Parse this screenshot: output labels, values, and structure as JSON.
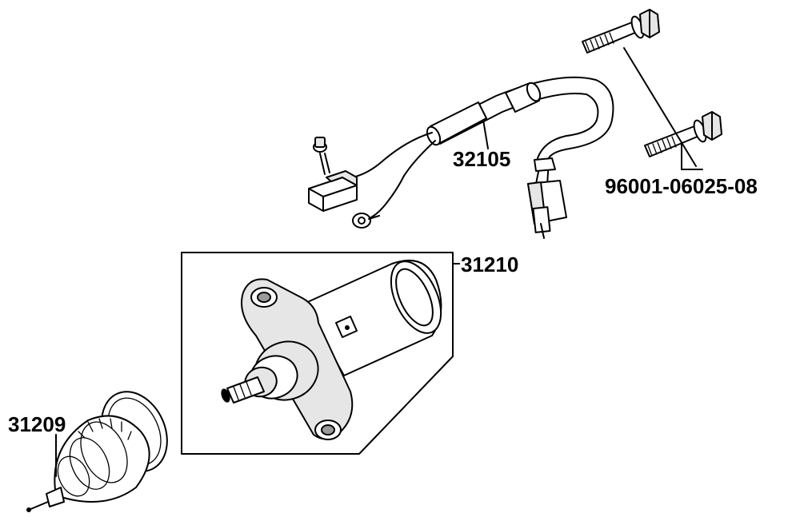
{
  "parts": [
    {
      "id": "starter-motor",
      "label": "31210"
    },
    {
      "id": "wire-harness",
      "label": "32105"
    },
    {
      "id": "bolt",
      "label": "96001-06025-08"
    },
    {
      "id": "starter-clutch-gear",
      "label": "31209"
    }
  ]
}
